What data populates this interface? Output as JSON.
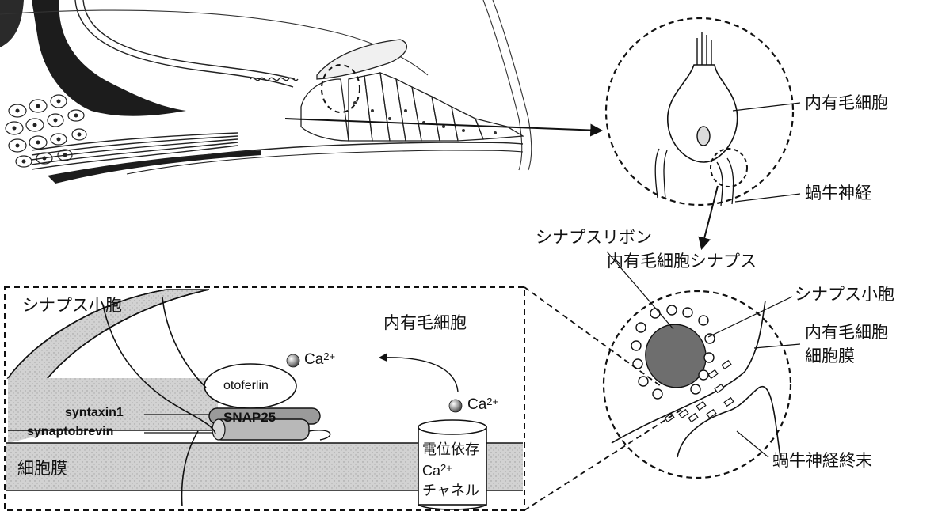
{
  "labels": {
    "inner_hair_cell": "内有毛細胞",
    "cochlear_nerve": "蝸牛神経",
    "synaptic_ribbon": "シナプスリボン",
    "ihc_synapse": "内有毛細胞シナプス",
    "synaptic_vesicle_right": "シナプス小胞",
    "ihc_membrane_line1": "内有毛細胞",
    "ihc_membrane_line2": "細胞膜",
    "nerve_terminal": "蝸牛神経終末",
    "synaptic_vesicle_inset": "シナプス小胞",
    "ihc_inset": "内有毛細胞",
    "otoferlin": "otoferlin",
    "ca_ion_1_base": "Ca",
    "ca_ion_1_sup": "2+",
    "ca_ion_2_base": "Ca",
    "ca_ion_2_sup": "2+",
    "syntaxin": "syntaxin1",
    "synaptobrevin": "synaptobrevin",
    "snap25": "SNAP25",
    "cell_membrane": "細胞膜",
    "channel_line1": "電位依存",
    "channel_line2_base": "Ca",
    "channel_line2_sup": "2+",
    "channel_line3": "チャネル"
  },
  "colors": {
    "ink": "#111111",
    "membrane": "#cfcfcf",
    "vesicle_band": "#c4c4c4",
    "ribbon": "#707070",
    "background": "#ffffff"
  }
}
